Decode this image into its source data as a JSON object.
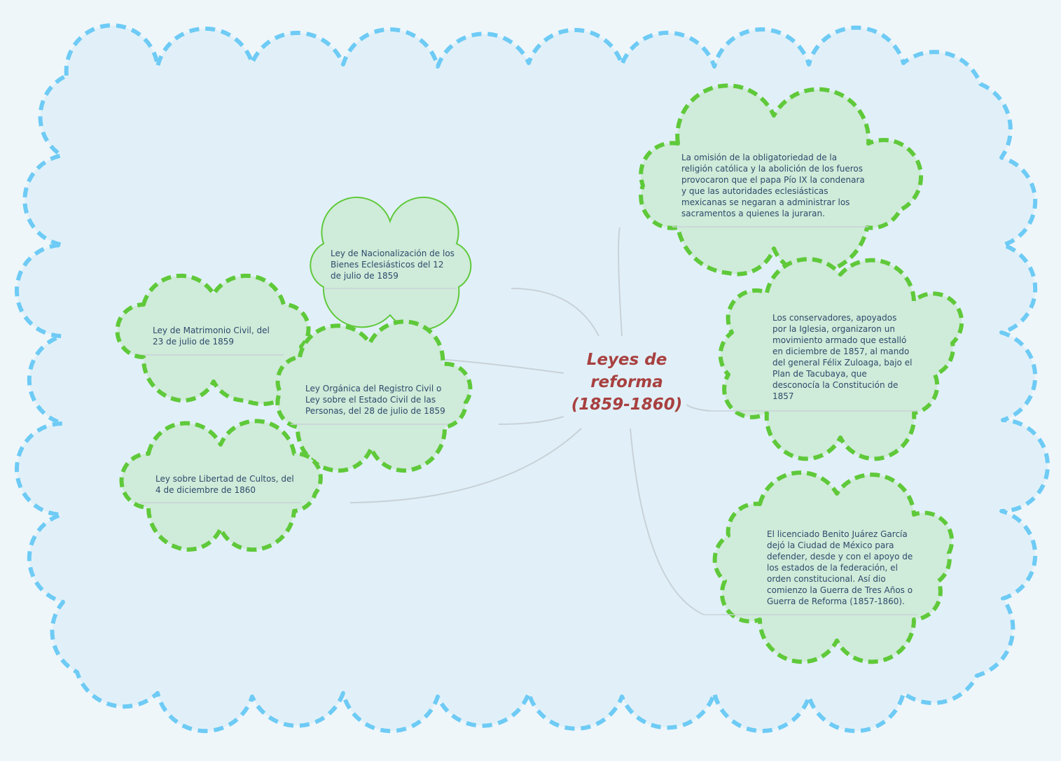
{
  "central_topic": "Leyes de reforma (1859-1860)",
  "left_topics": [
    "Ley de Nacionalización de los Bienes Eclesiásticos del 12 de julio de 1859",
    "Ley de Matrimonio Civil, del 23 de julio de 1859",
    "Ley Orgánica del Registro Civil o Ley sobre el Estado Civil de las Personas, del 28 de julio de 1859",
    "Ley sobre Libertad de Cultos, del 4 de diciembre de 1860"
  ],
  "right_topics": [
    "La omisión de la obligatoriedad de la religión católica y la abolición de los fueros provocaron que el papa Pío IX la condenara y que las autoridades eclesiásticas mexicanas se negaran a administrar los sacramentos a quienes la juraran.",
    "Los conservadores, apoyados por la Iglesia, organizaron un movimiento armado que estalló en diciembre de 1857, al mando del general Félix Zuloaga, bajo el Plan de Tacubaya, que desconocía la Constitución de 1857",
    "El licenciado Benito Juárez García dejó la Ciudad de México para defender, desde y con el apoyo de los estados de la federación, el orden constitucional. Así dio comienzo la Guerra de Tres Años o Guerra de Reforma (1857-1860)."
  ],
  "colors": {
    "background": "#eef6fa",
    "boundary_fill": "#e1f0f8",
    "boundary_stroke": "#6ecbf5",
    "node_fill": "#cfebd9",
    "node_stroke": "#5fc93a",
    "connector": "#c8d1d8",
    "title": "#a84040",
    "node_text": "#2e4a6b"
  }
}
